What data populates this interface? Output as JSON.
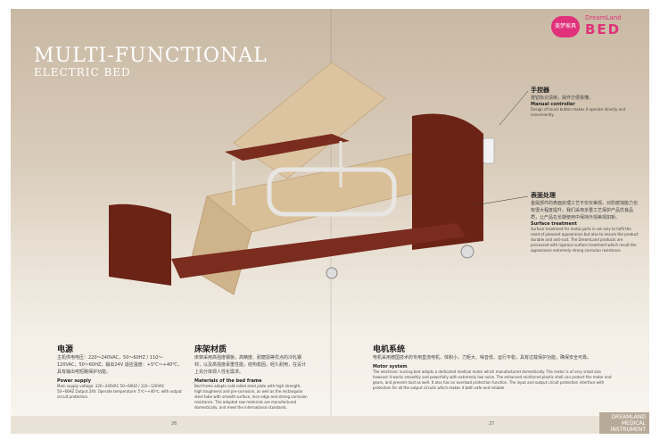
{
  "header": {
    "title": "MULTI-FUNCTIONAL",
    "subtitle": "ELECTRIC BED",
    "logo_sub": "DreamLand",
    "logo_main": "BED",
    "logo_badge": "美梦家具"
  },
  "callouts": {
    "controller": {
      "cn_title": "手控器",
      "cn_body": "按钮标识清晰，操作方便易懂。",
      "en_title": "Manual controller",
      "en_body": "Design of touch button makes it operate directly and conveniently."
    },
    "surface": {
      "cn_title": "表面处理",
      "cn_body": "金属部件的表面处理工艺不仅仅美观，对防腐蚀能力也有很大程度提升。我们采用多重工艺保护产品优良品质，让产品在长期使用中保持外观美观如新。",
      "en_title": "Surface treatment",
      "en_body": "Surface treatment for metal parts is not only to fulfil the need of pleasant appearance but also to ensure the product durable and anti-rust. The DreamLand products are processed with rigorous surface treatment which result the appearance extremely strong corrosion resistance."
    },
    "power": {
      "cn_title": "电源",
      "cn_body": "主机供电电压：220～240VAC，50～60HZ / 110～120VAC，50～60HZ，输出24V 适应温度：+5℃～+40℃，具有输出电短路保护功能。",
      "en_title": "Power supply",
      "en_body": "Main supply voltage: 220~240VAC 50~60HZ / 110~120VAC 50~60HZ Output 24V. Operate temperature: 5℃~+40℃, with output circuit protection."
    },
    "frame": {
      "cn_title": "床架材质",
      "cn_body": "床架采用高强度钢板，高精度、耐磨损等优点的冷轧钢材，以及高强度承重性能，结构稳固，经久耐用，在设计上充分体现人性化需求。",
      "en_title": "Materials of the bed frame",
      "en_body": "Bed frame adopts cold-rolled steel plate with high strength, high toughness and pre-corrosion, as well as the rectangular steel tube with smooth surface, nice edge and strong corrosion resistance. The adopted raw materials are manufactured domestically, and meet the international standards."
    },
    "motor": {
      "cn_title": "电机系统",
      "cn_body": "电机采用德国技术的专用直流电机，体积小、力矩大、噪音低、运行平稳，具有过载保护功能，确保安全可靠。",
      "en_title": "Motor system",
      "en_body": "The electronic nursing bed adopts a dedicated medical motor which manufactured domestically. The motor is of very small size however it works smoothly and powerfully with extremely low noise. The enhanced reinforced plastic shell can protect the motor and gears, and prevent dust as well. It also has an overload protection function. The input and output circuit protection interface with protection for all the output circuits which makes it both safe and reliable."
    }
  },
  "footer": {
    "page_left": "26",
    "page_right": "27",
    "brand_line1": "DREAMLAND",
    "brand_line2": "MEDICAL",
    "brand_line3": "INSTRUMENT"
  }
}
